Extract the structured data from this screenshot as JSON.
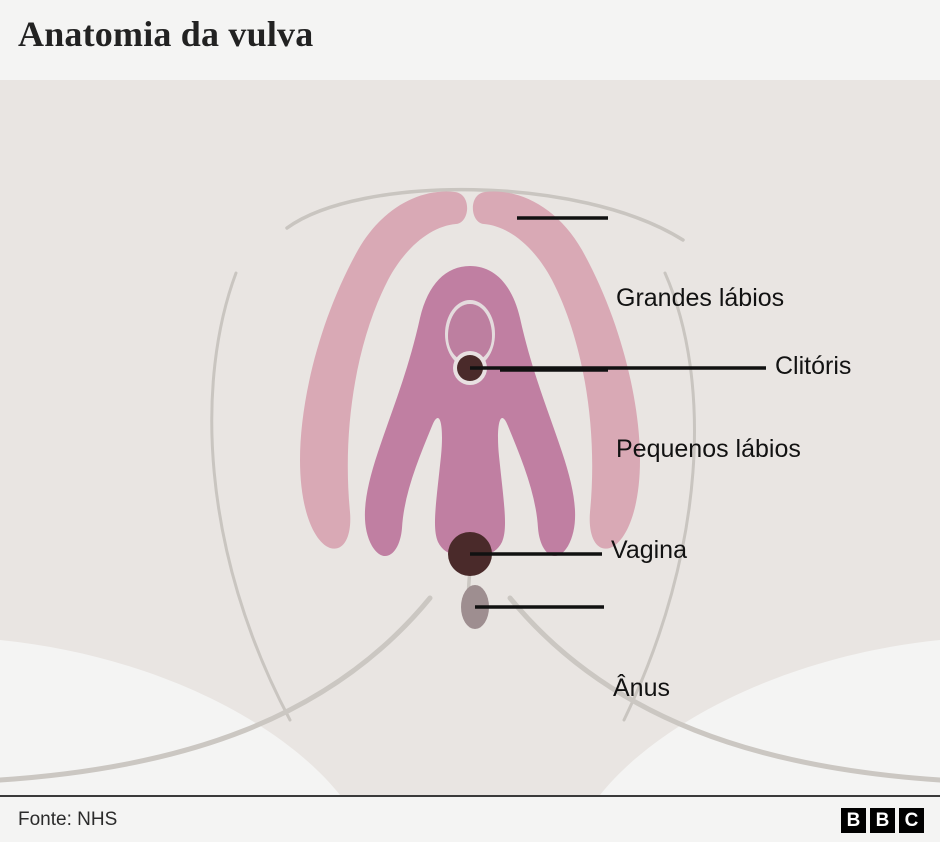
{
  "header": {
    "title": "Anatomia da vulva"
  },
  "diagram": {
    "name": "vulva-anatomy-illustration",
    "labels": [
      {
        "id": "grandes-labios",
        "text": "Grandes lábios"
      },
      {
        "id": "clitoris",
        "text": "Clitóris"
      },
      {
        "id": "pequenos-labios",
        "text": "Pequenos lábios"
      },
      {
        "id": "vagina",
        "text": "Vagina"
      },
      {
        "id": "anus",
        "text": "Ânus"
      }
    ]
  },
  "footer": {
    "source": "Fonte: NHS",
    "logo": [
      "B",
      "B",
      "C"
    ]
  },
  "colors": {
    "page_background": "#f4f4f3",
    "panel_background": "#e9e5e2",
    "body_outline": "#c9c5c0",
    "labia_majora": "#d9a9b5",
    "labia_minora": "#c07fa2",
    "clitoral_hood": "#bd7fa0",
    "marker_dark": "#4a2a2a",
    "anus": "#9e8e90",
    "leader_line": "#111111",
    "text": "#121212",
    "title_text": "#222222",
    "footer_rule": "#3a3a3a",
    "logo_background": "#000000",
    "logo_text": "#ffffff"
  }
}
